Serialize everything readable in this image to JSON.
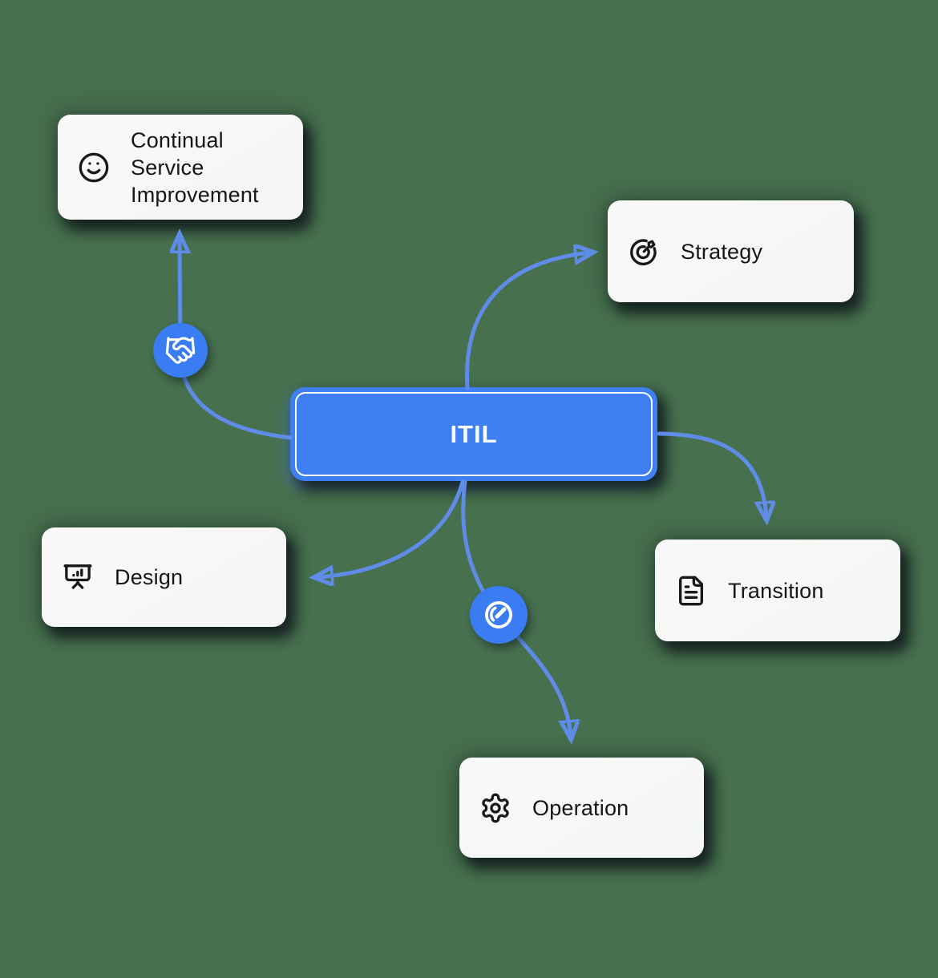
{
  "center": {
    "label": "ITIL"
  },
  "nodes": {
    "csi": {
      "label": "Continual Service Improvement",
      "icon": "smile-icon"
    },
    "strategy": {
      "label": "Strategy",
      "icon": "goal-target-arrow-icon"
    },
    "design": {
      "label": "Design",
      "icon": "presentation-chart-icon"
    },
    "transition": {
      "label": "Transition",
      "icon": "file-text-icon"
    },
    "operation": {
      "label": "Operation",
      "icon": "gear-icon"
    }
  },
  "connector_badges": {
    "handshake": {
      "icon": "handshake-icon"
    },
    "gauge": {
      "icon": "gauge-icon"
    }
  },
  "colors": {
    "background": "#47704E",
    "node_blue": "#3E80F4",
    "connector_blue": "#5E8CE7",
    "arrowhead_blue": "#4F84EA",
    "card_background": "#F6F7F6",
    "text_dark": "#141619",
    "icon_dark": "#17191D"
  }
}
